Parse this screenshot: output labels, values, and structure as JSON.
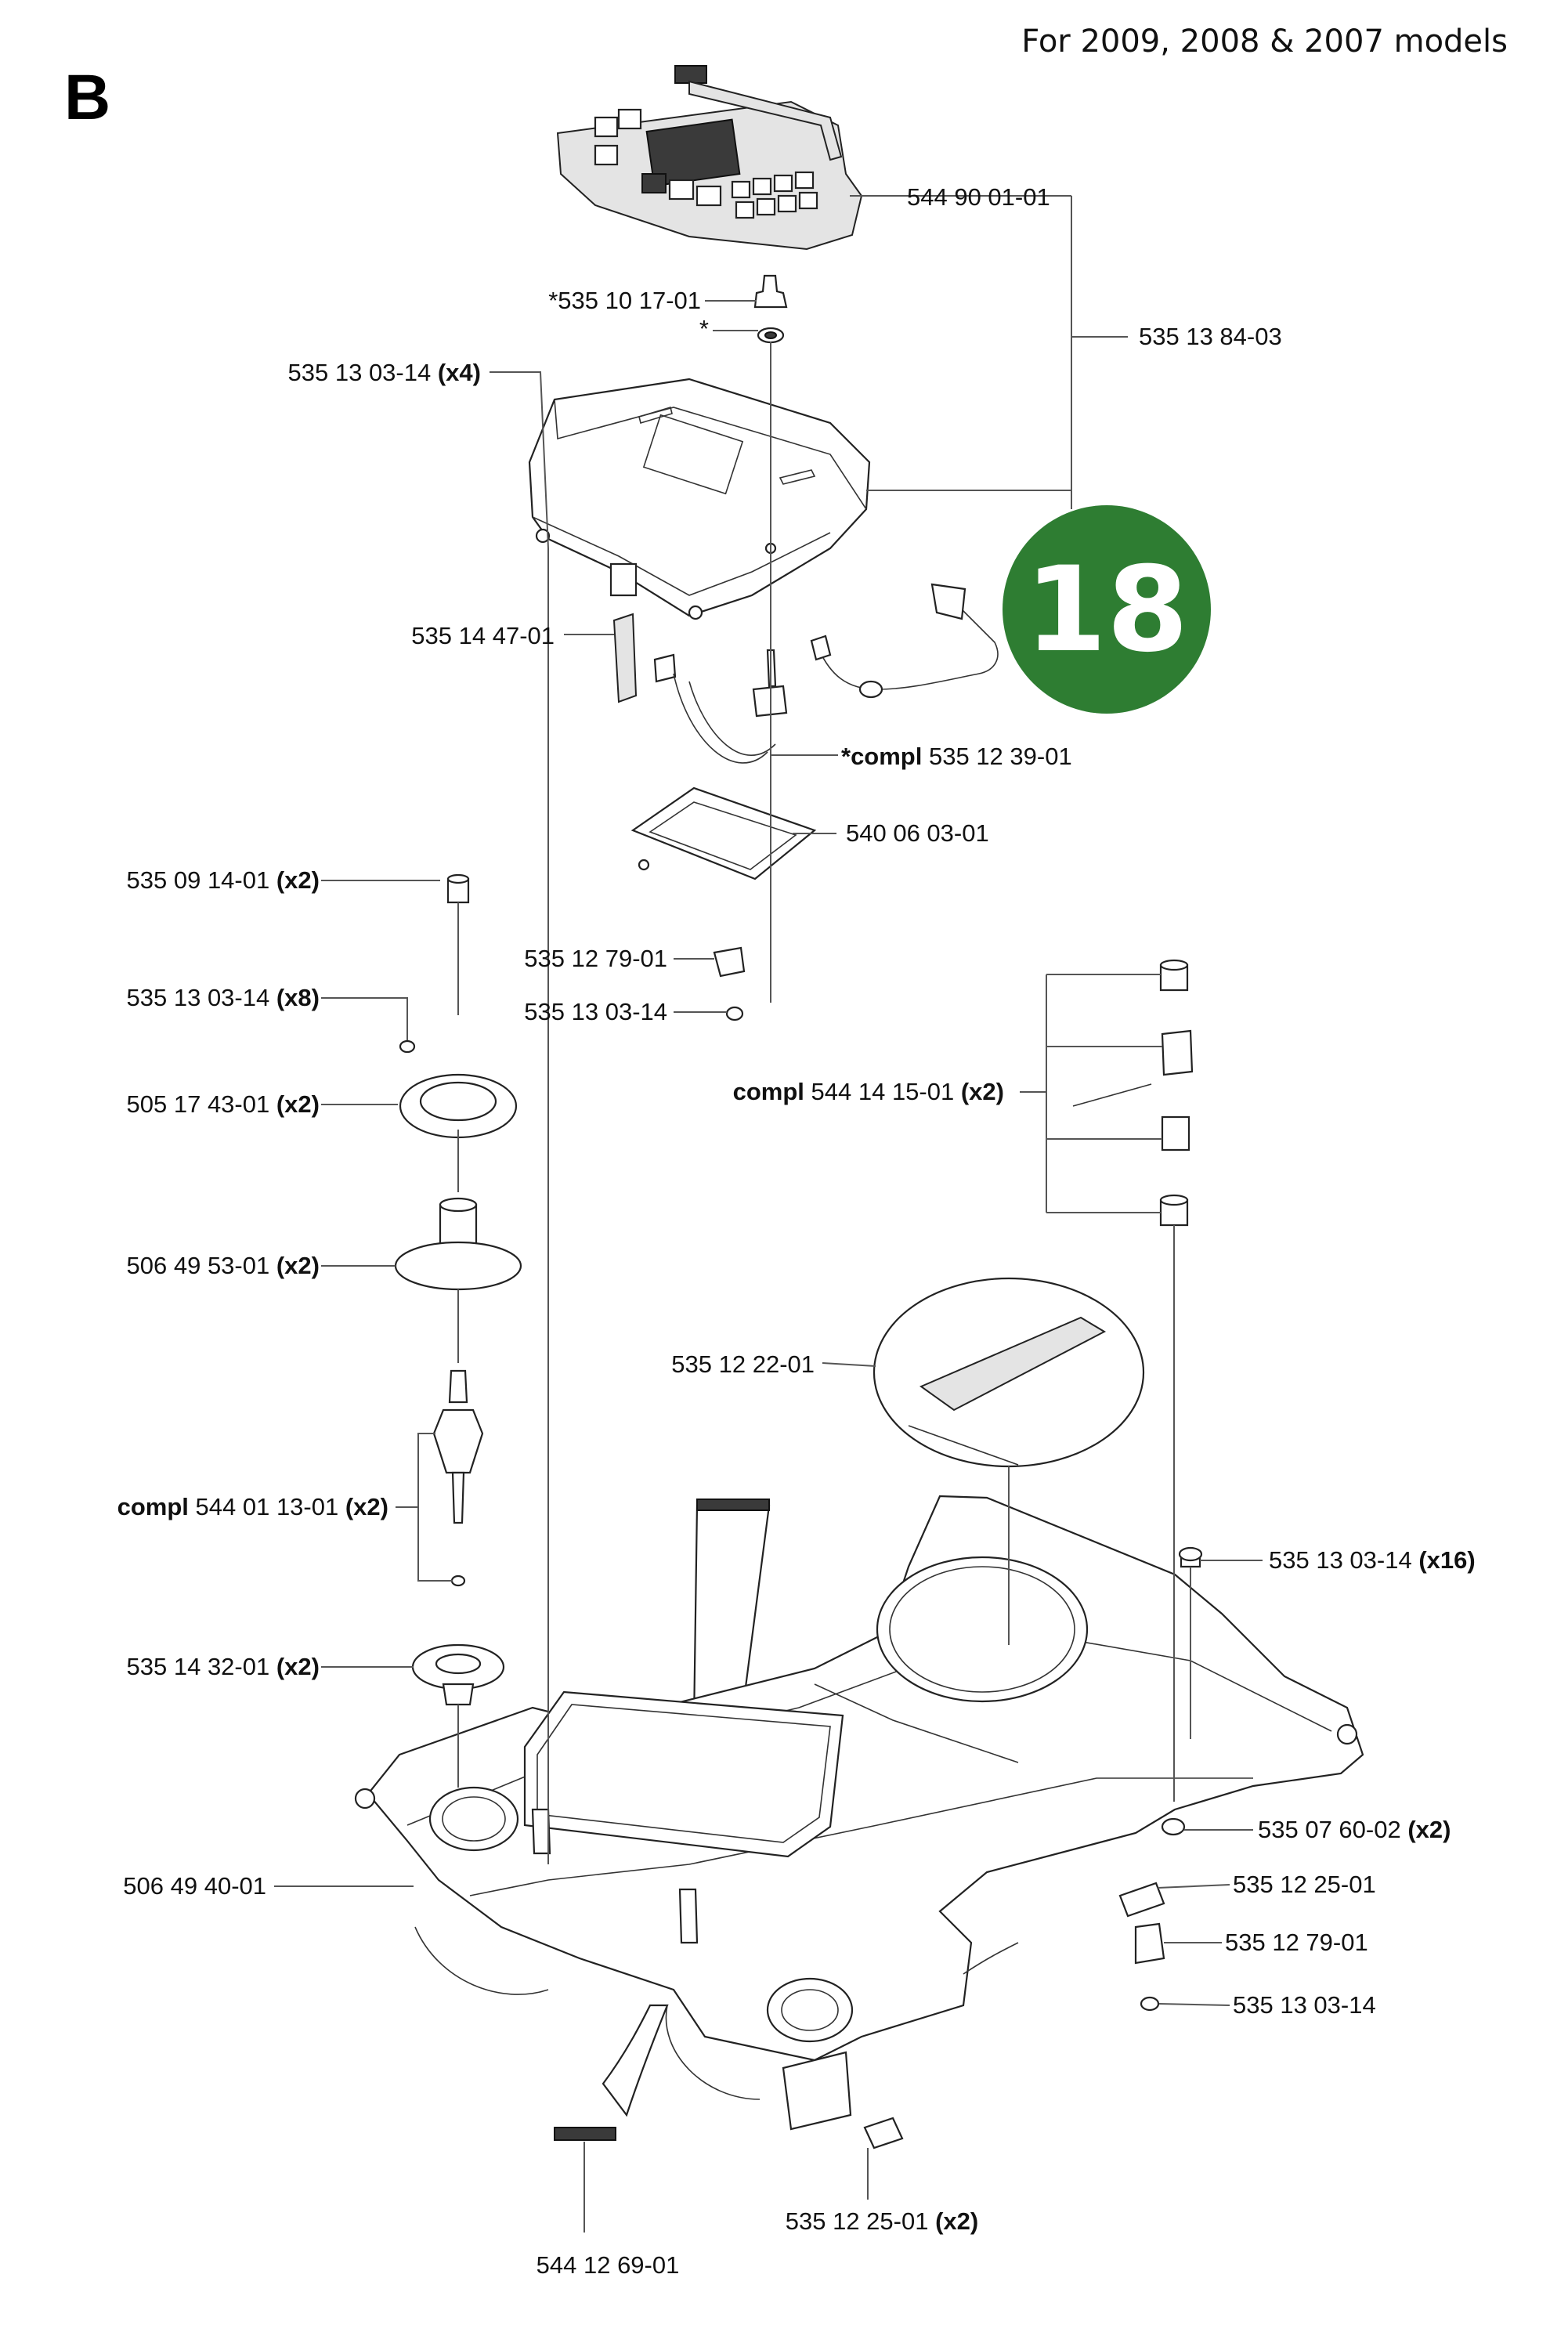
{
  "header": {
    "section": "B",
    "models": "For 2009, 2008 & 2007 models"
  },
  "badge": {
    "number": "18",
    "color": "#2e7d32"
  },
  "labels": {
    "l01": {
      "num": "544 90 01-01",
      "qty": ""
    },
    "l02": {
      "num": "*535 10 17-01",
      "qty": ""
    },
    "l03": {
      "num": "*",
      "qty": ""
    },
    "l04": {
      "num": "535 13 84-03",
      "qty": ""
    },
    "l05": {
      "num": "535 13 03-14",
      "qty": "(x4)"
    },
    "l06": {
      "num": "535 14 47-01",
      "qty": ""
    },
    "l07": {
      "prefix": "*compl",
      "num": "535 12 39-01",
      "qty": ""
    },
    "l08": {
      "num": "540 06 03-01",
      "qty": ""
    },
    "l09": {
      "num": "535 09 14-01",
      "qty": "(x2)"
    },
    "l10": {
      "num": "535 12 79-01",
      "qty": ""
    },
    "l11": {
      "num": "535 13 03-14",
      "qty": ""
    },
    "l12": {
      "num": "535 13 03-14",
      "qty": "(x8)"
    },
    "l13": {
      "num": "505 17 43-01",
      "qty": "(x2)"
    },
    "l14": {
      "prefix": "compl",
      "num": "544 14 15-01",
      "qty": "(x2)"
    },
    "l15": {
      "num": "506 49 53-01",
      "qty": "(x2)"
    },
    "l16": {
      "num": "535 12 22-01",
      "qty": ""
    },
    "l17": {
      "prefix": "compl",
      "num": "544 01 13-01",
      "qty": "(x2)"
    },
    "l18": {
      "num": "535 13 03-14",
      "qty": "(x16)"
    },
    "l19": {
      "num": "535 14 32-01",
      "qty": "(x2)"
    },
    "l20": {
      "num": "535 07 60-02",
      "qty": "(x2)"
    },
    "l21": {
      "num": "506 49 40-01",
      "qty": ""
    },
    "l22": {
      "num": "535 12 25-01",
      "qty": ""
    },
    "l23": {
      "num": "535 12 79-01",
      "qty": ""
    },
    "l24": {
      "num": "535 13 03-14",
      "qty": ""
    },
    "l25": {
      "num": "535 12 25-01",
      "qty": "(x2)"
    },
    "l26": {
      "num": "544 12 69-01",
      "qty": ""
    }
  }
}
